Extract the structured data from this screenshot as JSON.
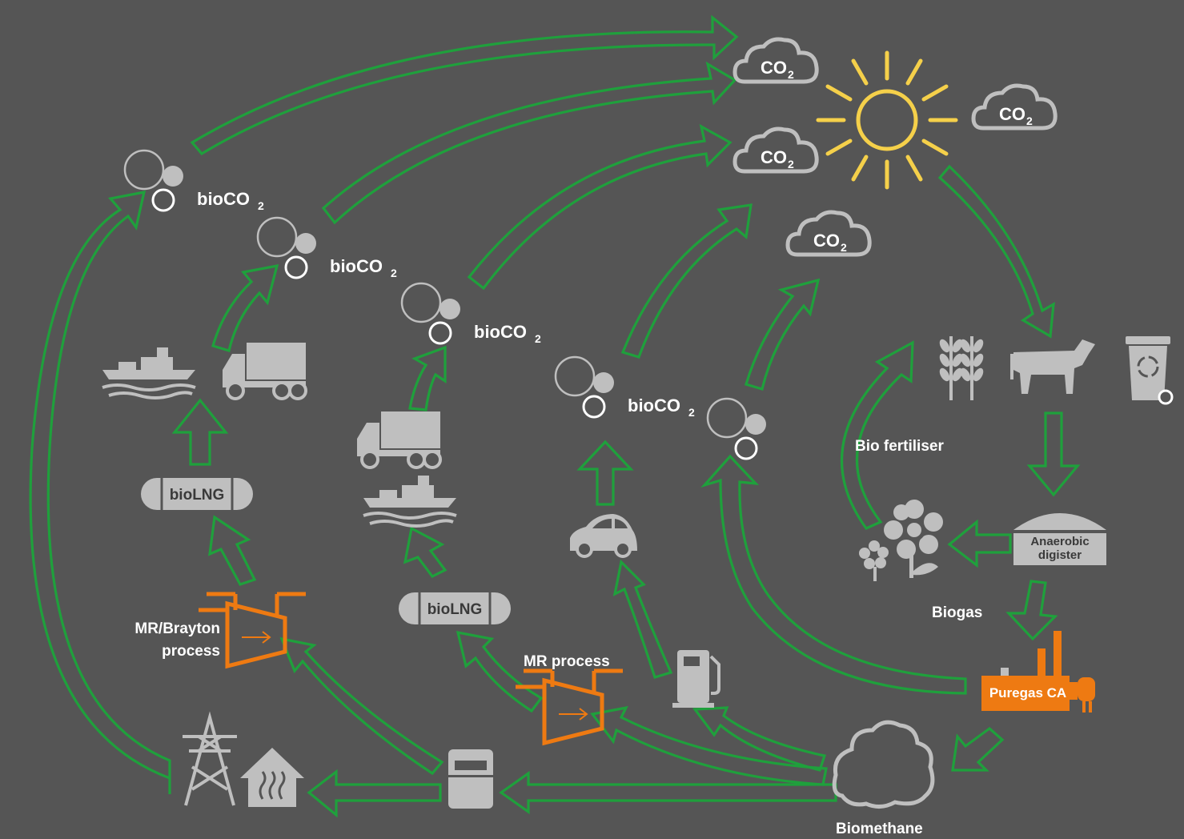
{
  "colors": {
    "background": "#555555",
    "arrow_stroke": "#1fa03c",
    "icon_gray": "#bfbfbf",
    "label_white": "#ffffff",
    "label_dark": "#3a3a3a",
    "sun_yellow": "#f5d04a",
    "process_orange": "#ee7a12"
  },
  "labels": {
    "co2": "CO",
    "co2_sub": "2",
    "bioco2": "bioCO",
    "bioco2_sub": "2",
    "biolng": "bioLNG",
    "bio_fertiliser": "Bio fertiliser",
    "anaerobic_line1": "Anaerobic",
    "anaerobic_line2": "digister",
    "biogas": "Biogas",
    "puregas": "Puregas CA",
    "biomethane": "Biomethane",
    "mr_brayton_line1": "MR/Brayton",
    "mr_brayton_line2": "process",
    "mr_process": "MR process"
  },
  "icons": [
    "sun-icon",
    "cloud-icon",
    "wheat-icon",
    "cow-icon",
    "recycle-bin-icon",
    "flower-icon",
    "digester-icon",
    "factory-icon",
    "ship-icon",
    "truck-icon",
    "car-icon",
    "fuel-pump-icon",
    "gas-meter-icon",
    "power-pylon-icon",
    "house-heating-icon",
    "compressor-icon",
    "tank-icon"
  ]
}
